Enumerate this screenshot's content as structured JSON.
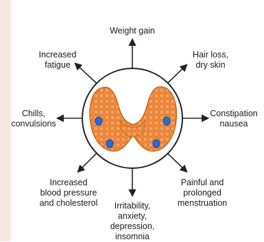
{
  "header": {
    "title_partial": ""
  },
  "symptoms": {
    "top": "Weight gain",
    "top_right": "Hair loss,\ndry skin",
    "right": "Constipation\nnausea",
    "bottom_right": "Painful and\nprolonged\nmenstruation",
    "bottom": "Irritability,\nanxiety,\ndepression,\ninsomnia",
    "bottom_left": "Increased\nblood pressure\nand cholesterol",
    "left": "Chills,\nconvulsions",
    "top_left": "Increased\nfatigue"
  },
  "colors": {
    "gland": "#f08a3c",
    "gland_dark": "#d66a22",
    "nodule": "#2a6bd1",
    "arrow": "#222222",
    "circle": "#222222"
  }
}
